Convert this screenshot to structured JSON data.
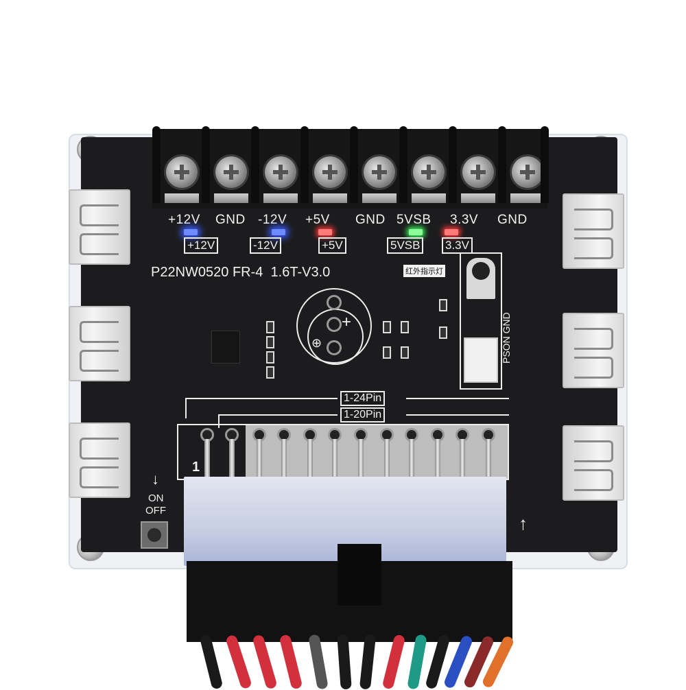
{
  "product": {
    "type": "ATX 24/20-pin power supply breakout board",
    "board_marking": "P22NW0520",
    "material_marking": "FR-4",
    "thickness_version": "1.6T-V3.0",
    "ir_indicator_label": "红外指示灯"
  },
  "terminal_block": {
    "screw_count": 8,
    "labels": [
      "+12V",
      "GND",
      "-12V",
      "+5V",
      "GND",
      "5VSB",
      "3.3V",
      "GND"
    ]
  },
  "indicator_leds": [
    {
      "label": "+12V",
      "color": "#3b5bff"
    },
    {
      "label": "-12V",
      "color": "#3b5bff"
    },
    {
      "label": "+5V",
      "color": "#ff3b3b"
    },
    {
      "label": "5VSB",
      "color": "#3bff5b"
    },
    {
      "label": "3.3V",
      "color": "#ff3b3b"
    }
  ],
  "connector_labels": {
    "pin24": "1-24Pin",
    "pin20": "1-20Pin",
    "pin1_marker": "1"
  },
  "header_labels": {
    "pson": "PSON",
    "gnd": "GND"
  },
  "power_button": {
    "label_on": "ON",
    "label_off": "OFF",
    "arrow": "↓"
  },
  "usb_ports": {
    "left_count": 3,
    "right_count": 3
  },
  "capacitor": {
    "polarity_plus": "+",
    "polarity_marker": "⊕"
  },
  "wire_colors": [
    "#1a1a1a",
    "#d2303c",
    "#d2303c",
    "#d2303c",
    "#555555",
    "#1a1a1a",
    "#1a1a1a",
    "#d2303c",
    "#1f9a86",
    "#1a1a1a",
    "#2b4fc2",
    "#8b2a2a",
    "#e0702c"
  ],
  "background_color": "#ffffff",
  "pcb_color": "#1c1c1e"
}
